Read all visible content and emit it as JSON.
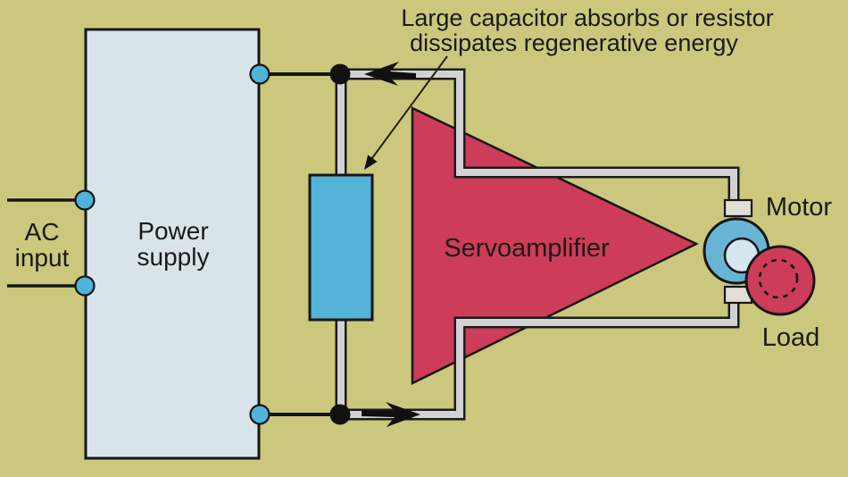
{
  "annotation": {
    "line1": "Large capacitor absorbs or resistor",
    "line2": "dissipates regenerative energy"
  },
  "ac_input": {
    "line1": "AC",
    "line2": "input"
  },
  "power_supply": {
    "line1": "Power",
    "line2": "supply"
  },
  "servoamplifier": {
    "label": "Servoamplifier"
  },
  "motor": {
    "label": "Motor"
  },
  "load": {
    "label": "Load"
  },
  "colors": {
    "background": "#cbc87d",
    "power_supply_fill": "#d8e4e9",
    "capacitor_fill": "#55b3d9",
    "connector_fill": "#4fb4da",
    "servo_fill": "#cd3c58",
    "motor_fill": "#68b4d4",
    "shaft_fill": "#d5e6ec",
    "load_fill": "#cd3c58",
    "terminal_fill": "#e0dfd6",
    "wire_fill": "#d2d2d2",
    "wire_outline": "#1c1c1c",
    "junction_fill": "#111111"
  }
}
